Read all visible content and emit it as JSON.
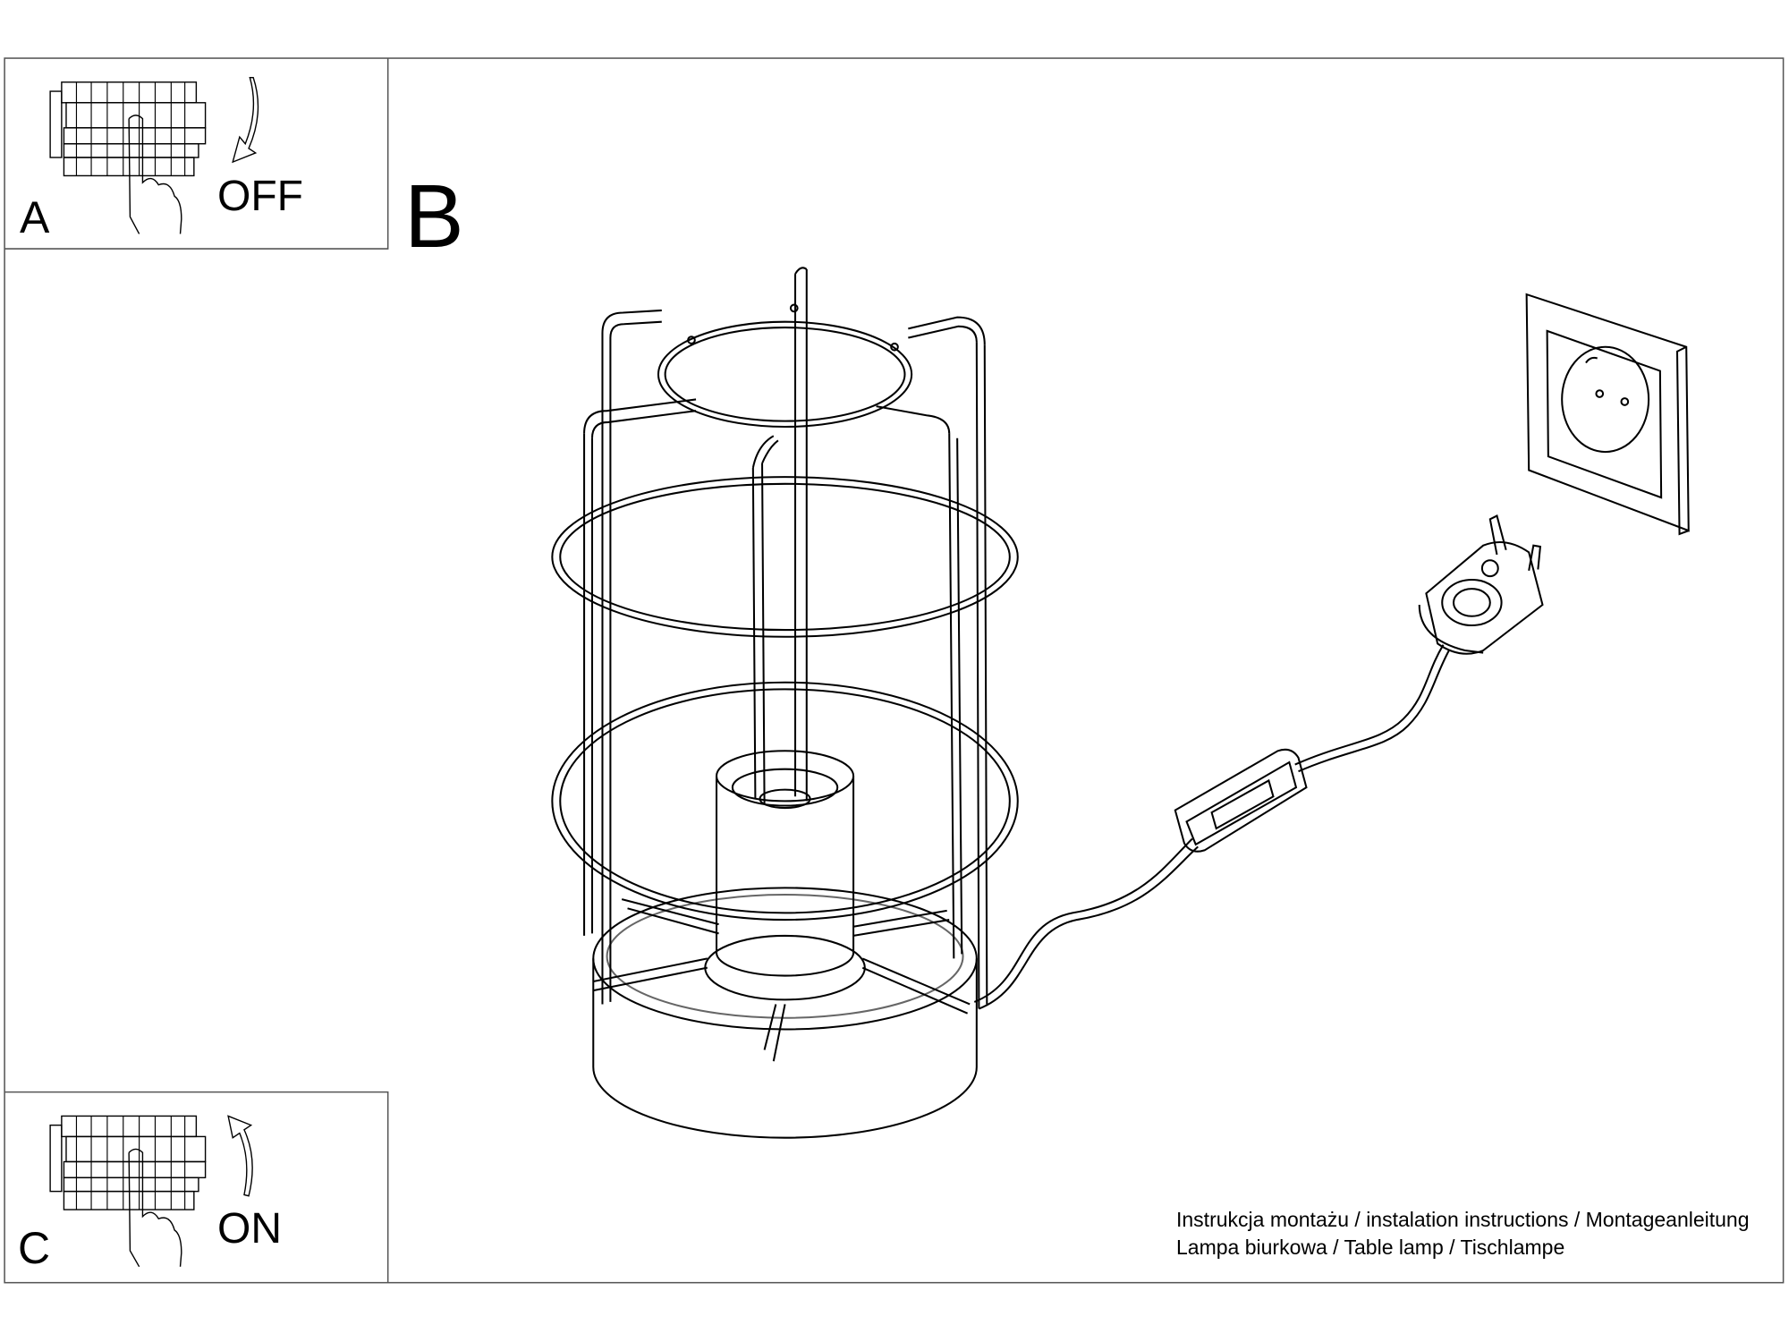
{
  "panels": {
    "a": {
      "letter": "A",
      "state": "OFF",
      "icon": "breaker-switch-down-icon"
    },
    "b": {
      "letter": "B",
      "icon": "table-lamp-plug-in-illustration"
    },
    "c": {
      "letter": "C",
      "state": "ON",
      "icon": "breaker-switch-up-icon"
    }
  },
  "caption": {
    "line1": "Instrukcja montażu / instalation instructions / Montageanleitung",
    "line2": "Lampa biurkowa / Table lamp / Tischlampe"
  },
  "colors": {
    "line": "#000000",
    "frame": "#555555",
    "background": "#ffffff"
  }
}
